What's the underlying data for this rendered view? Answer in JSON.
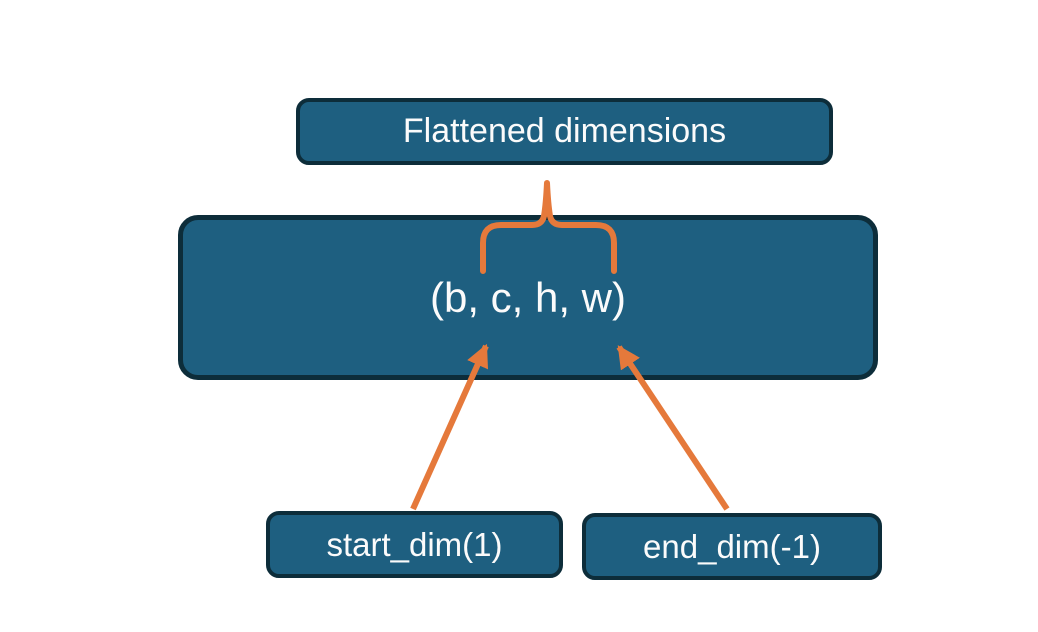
{
  "diagram": {
    "top_box": {
      "label": "Flattened dimensions"
    },
    "main_box": {
      "label": "(b, c, h, w)"
    },
    "start_box": {
      "label": "start_dim(1)"
    },
    "end_box": {
      "label": "end_dim(-1)"
    }
  },
  "colors": {
    "box_fill": "#1e5f80",
    "box_border": "#0d2d3a",
    "connector_orange": "#e5793b",
    "text": "#fbfbfb",
    "background": "#ffffff"
  }
}
